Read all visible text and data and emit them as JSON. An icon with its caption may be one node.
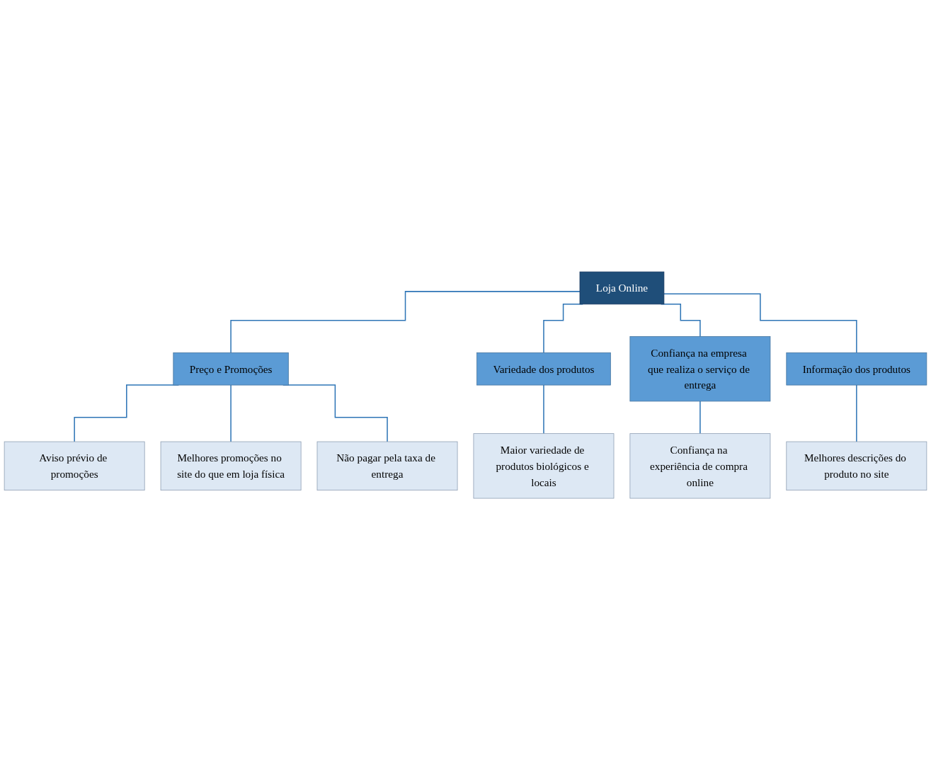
{
  "diagram": {
    "nodes": [
      {
        "text": [
          "Loja Online"
        ]
      },
      {
        "text": [
          "Preço e Promoções"
        ]
      },
      {
        "text": [
          "Variedade dos produtos"
        ]
      },
      {
        "text": [
          "Confiança na empresa que realiza o serviço de entrega"
        ]
      },
      {
        "text": [
          "Informação dos produtos"
        ]
      },
      {
        "text": [
          "Aviso prévio de promoções"
        ]
      },
      {
        "text": [
          "Melhores promoções no site do que em loja física"
        ]
      },
      {
        "text": [
          "Não pagar pela taxa de entrega"
        ]
      },
      {
        "text": [
          "Maior variedade de produtos biológicos e locais"
        ]
      },
      {
        "text": [
          "Confiança na experiência de compra online"
        ]
      },
      {
        "text": [
          "Melhores descrições do produto no site"
        ]
      }
    ],
    "edges": [
      {
        "from": 0,
        "to": 1,
        "arrow": "none"
      },
      {
        "from": 0,
        "to": 2,
        "arrow": "none"
      },
      {
        "from": 0,
        "to": 3,
        "arrow": "none"
      },
      {
        "from": 0,
        "to": 4,
        "arrow": "none"
      },
      {
        "from": 1,
        "to": 5,
        "arrow": "none"
      },
      {
        "from": 1,
        "to": 6,
        "arrow": "none"
      },
      {
        "from": 1,
        "to": 7,
        "arrow": "none"
      },
      {
        "from": 2,
        "to": 8,
        "arrow": "none"
      },
      {
        "from": 3,
        "to": 9,
        "arrow": "none"
      },
      {
        "from": 4,
        "to": 10,
        "arrow": "none"
      }
    ]
  }
}
